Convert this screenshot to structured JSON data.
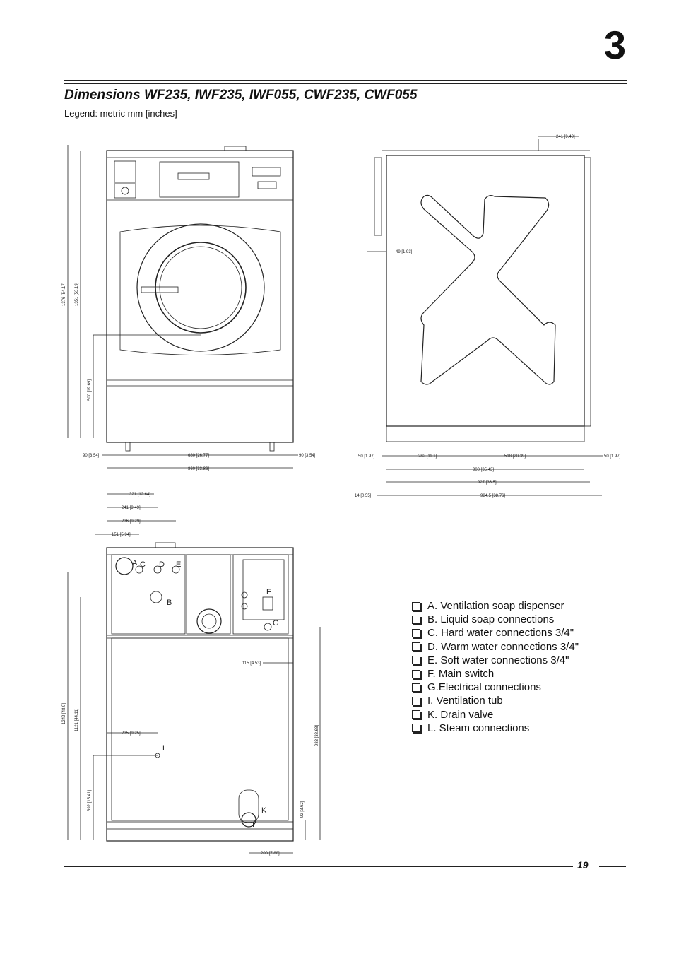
{
  "chapter_number": "3",
  "title": "Dimensions WF235, IWF235, IWF055, CWF235, CWF055",
  "legend": "Legend: metric mm [inches]",
  "front_view": {
    "height_total": "1376 [54.17]",
    "height_body": "1351 [53.19]",
    "door_center_height": "500 [19.69]",
    "side_offset_left": "90 [3.54]",
    "foot_span": "680 [26.77]",
    "side_offset_right": "90 [3.54]",
    "width": "860 [33.86]"
  },
  "side_view": {
    "top_offset": "241 [9.49]",
    "back_offset": "49 [1.93]",
    "front_foot_offset": "50 [1.97]",
    "foot_to_first_support": "282 [11.1]",
    "support_span": "518 [20.39]",
    "back_foot_offset": "50 [1.97]",
    "body_depth": "900 [35.43]",
    "depth_927": "927 [36.5]",
    "overall_depth_lead": "14 [0.55]",
    "overall_depth": "984.5 [38.76]"
  },
  "rear_view": {
    "offset_321": "321 [12.64]",
    "offset_241": "241 [9.49]",
    "offset_236": "236 [9.29]",
    "offset_151": "151 [5.94]",
    "height_1242": "1242 [48.9]",
    "height_1121": "1121 [44.11]",
    "offset_115": "115 [4.53]",
    "offset_235": "235 [9.25]",
    "height_392": "392 [15.41]",
    "height_983": "983 [38.68]",
    "height_92": "92 [3.62]",
    "offset_200": "200 [7.88]",
    "labels": {
      "a": "A",
      "b": "B",
      "c": "C",
      "d": "D",
      "e": "E",
      "f": "F",
      "g": "G",
      "i": "I",
      "k": "K",
      "l": "L"
    }
  },
  "key_items": [
    "A. Ventilation soap dispenser",
    "B. Liquid soap connections",
    "C. Hard water connections 3/4\"",
    "D. Warm water connections 3/4\"",
    "E. Soft water connections 3/4\"",
    "F. Main switch",
    "G.Electrical connections",
    "I.  Ventilation tub",
    "K. Drain valve",
    "L. Steam connections"
  ],
  "page_number": "19"
}
